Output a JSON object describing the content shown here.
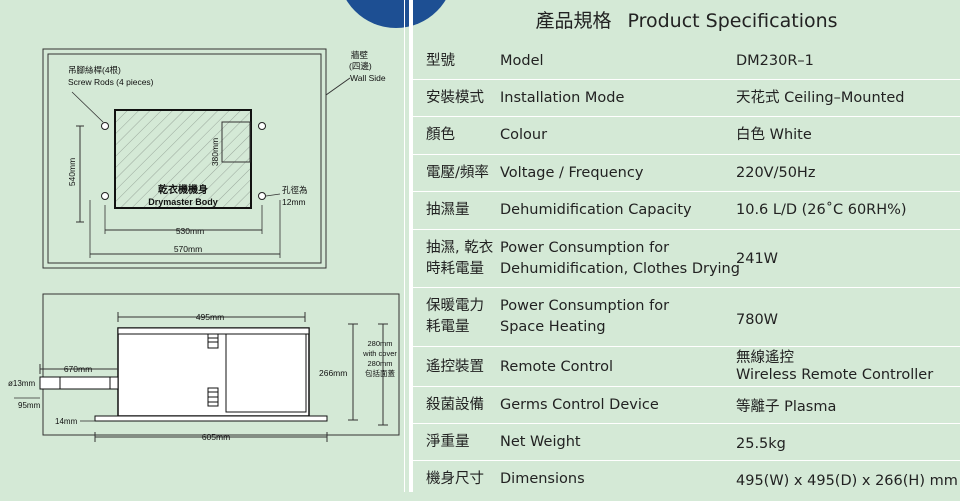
{
  "diagram_top": {
    "screw_rods_zh": "吊腳絲桿(4根)",
    "screw_rods_en": "Screw Rods (4 pieces)",
    "wall_zh_1": "牆壁",
    "wall_zh_2": "(四邊)",
    "wall_en": "Wall Side",
    "dim_540": "540mm",
    "dim_380": "380mm",
    "body_zh": "乾衣機機身",
    "body_en": "Drymaster Body",
    "hole_zh": "孔徑為",
    "hole_mm": "12mm",
    "dim_530": "530mm",
    "dim_570": "570mm"
  },
  "diagram_bottom": {
    "dim_495": "495mm",
    "dim_670": "670mm",
    "dim_13": "ø13mm",
    "dim_95": "95mm",
    "dim_14": "14mm",
    "dim_605": "605mm",
    "dim_266": "266mm",
    "cover_1": "280mm",
    "cover_2": "with cover",
    "cover_3": "280mm",
    "cover_4": "包括面蓋"
  },
  "specs": {
    "title_zh": "產品規格",
    "title_en": "Product Specifications",
    "rows": [
      {
        "zh": "型號",
        "en": "Model",
        "value": "DM230R–1"
      },
      {
        "zh": "安裝模式",
        "en": "Installation Mode",
        "value": "天花式 Ceiling–Mounted"
      },
      {
        "zh": "顏色",
        "en": "Colour",
        "value": "白色 White"
      },
      {
        "zh": "電壓/頻率",
        "en": "Voltage / Frequency",
        "value": "220V/50Hz"
      },
      {
        "zh": "抽濕量",
        "en": "Dehumidification Capacity",
        "value": "10.6 L/D (26˚C 60RH%)"
      },
      {
        "zh": "抽濕, 乾衣",
        "zh2": "時耗電量",
        "en": "Power Consumption for",
        "en2": "Dehumidification, Clothes Drying",
        "value": "241W"
      },
      {
        "zh": "保暖電力",
        "zh2": "耗電量",
        "en": "Power Consumption for",
        "en2": "Space Heating",
        "value": "780W"
      },
      {
        "zh": "遙控裝置",
        "en": "Remote Control",
        "value": "無線遙控",
        "value2": "Wireless Remote Controller"
      },
      {
        "zh": "殺菌設備",
        "en": "Germs Control Device",
        "value": "等離子 Plasma"
      },
      {
        "zh": "淨重量",
        "en": "Net Weight",
        "value": "25.5kg"
      },
      {
        "zh": "機身尺寸",
        "en": "Dimensions",
        "value": "495(W) x 495(D) x 266(H) mm"
      }
    ]
  }
}
